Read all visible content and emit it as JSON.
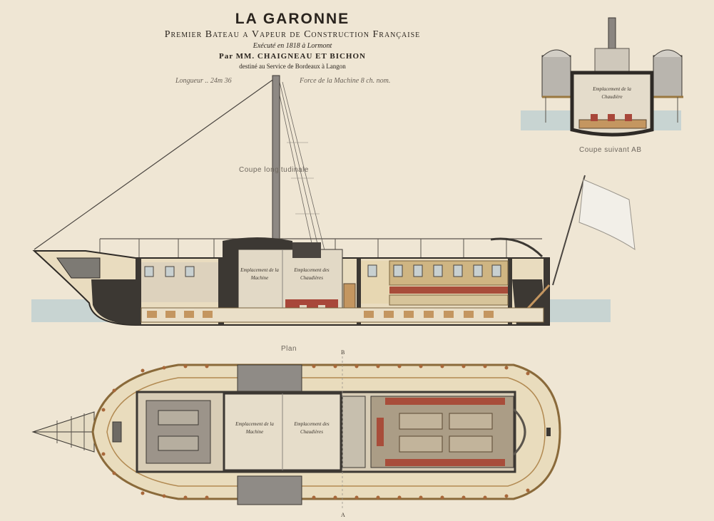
{
  "title": {
    "main": "LA GARONNE",
    "subtitle": "Premier Bateau a Vapeur de Construction Française",
    "executed": "Exécuté en 1818 à Lormont",
    "authors": "Par MM. CHAIGNEAU ET BICHON",
    "destination": "destiné au Service de Bordeaux à Langon"
  },
  "dimensions": {
    "length": "Longueur .. 24m 36",
    "power": "Force de la Machine 8 ch. nom."
  },
  "labels": {
    "section_ab": "Coupe suivant AB",
    "longitudinal": "Coupe longitudinale",
    "plan": "Plan",
    "mark_b": "B",
    "mark_a": "A"
  },
  "annotations": {
    "section_boiler": "Emplacement de la Chaudière",
    "long_machine": "Emplacement de la Machine",
    "long_boiler": "Emplacement des Chaudières",
    "plan_machine": "Emplacement de la Machine",
    "plan_boiler": "Emplacement des Chaudières"
  },
  "colors": {
    "paper": "#efe6d4",
    "hull_dark": "#3c3833",
    "cream": "#e8d9b8",
    "wood": "#c49660",
    "water": "#c8d4d2",
    "brick": "#a8473a"
  }
}
